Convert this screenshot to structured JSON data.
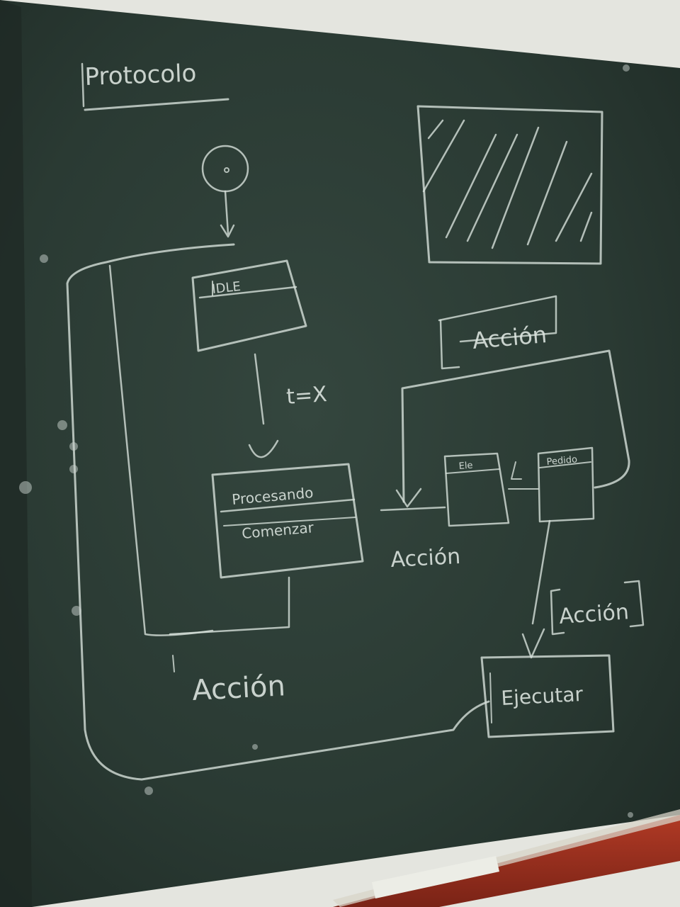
{
  "colors": {
    "board": "#2a3a33",
    "chalk": "#d6e0da",
    "wall": "#e6e7e2",
    "tray": "#9a2e1e",
    "chalk_stick": "#e9ebe4"
  },
  "board": {
    "title": "Protocolo",
    "state_idle": "IDLE",
    "transition": "t=X",
    "state_process_line1": "Procesando",
    "state_process_line2": "Comenzar",
    "label_accion_left": "Acción",
    "label_accion_top": "Acción",
    "label_accion_mid": "Acción",
    "label_accion_right": "Acción",
    "mini_box_left": "Ele",
    "mini_box_right": "Pedido",
    "state_execute": "Ejecutar"
  }
}
